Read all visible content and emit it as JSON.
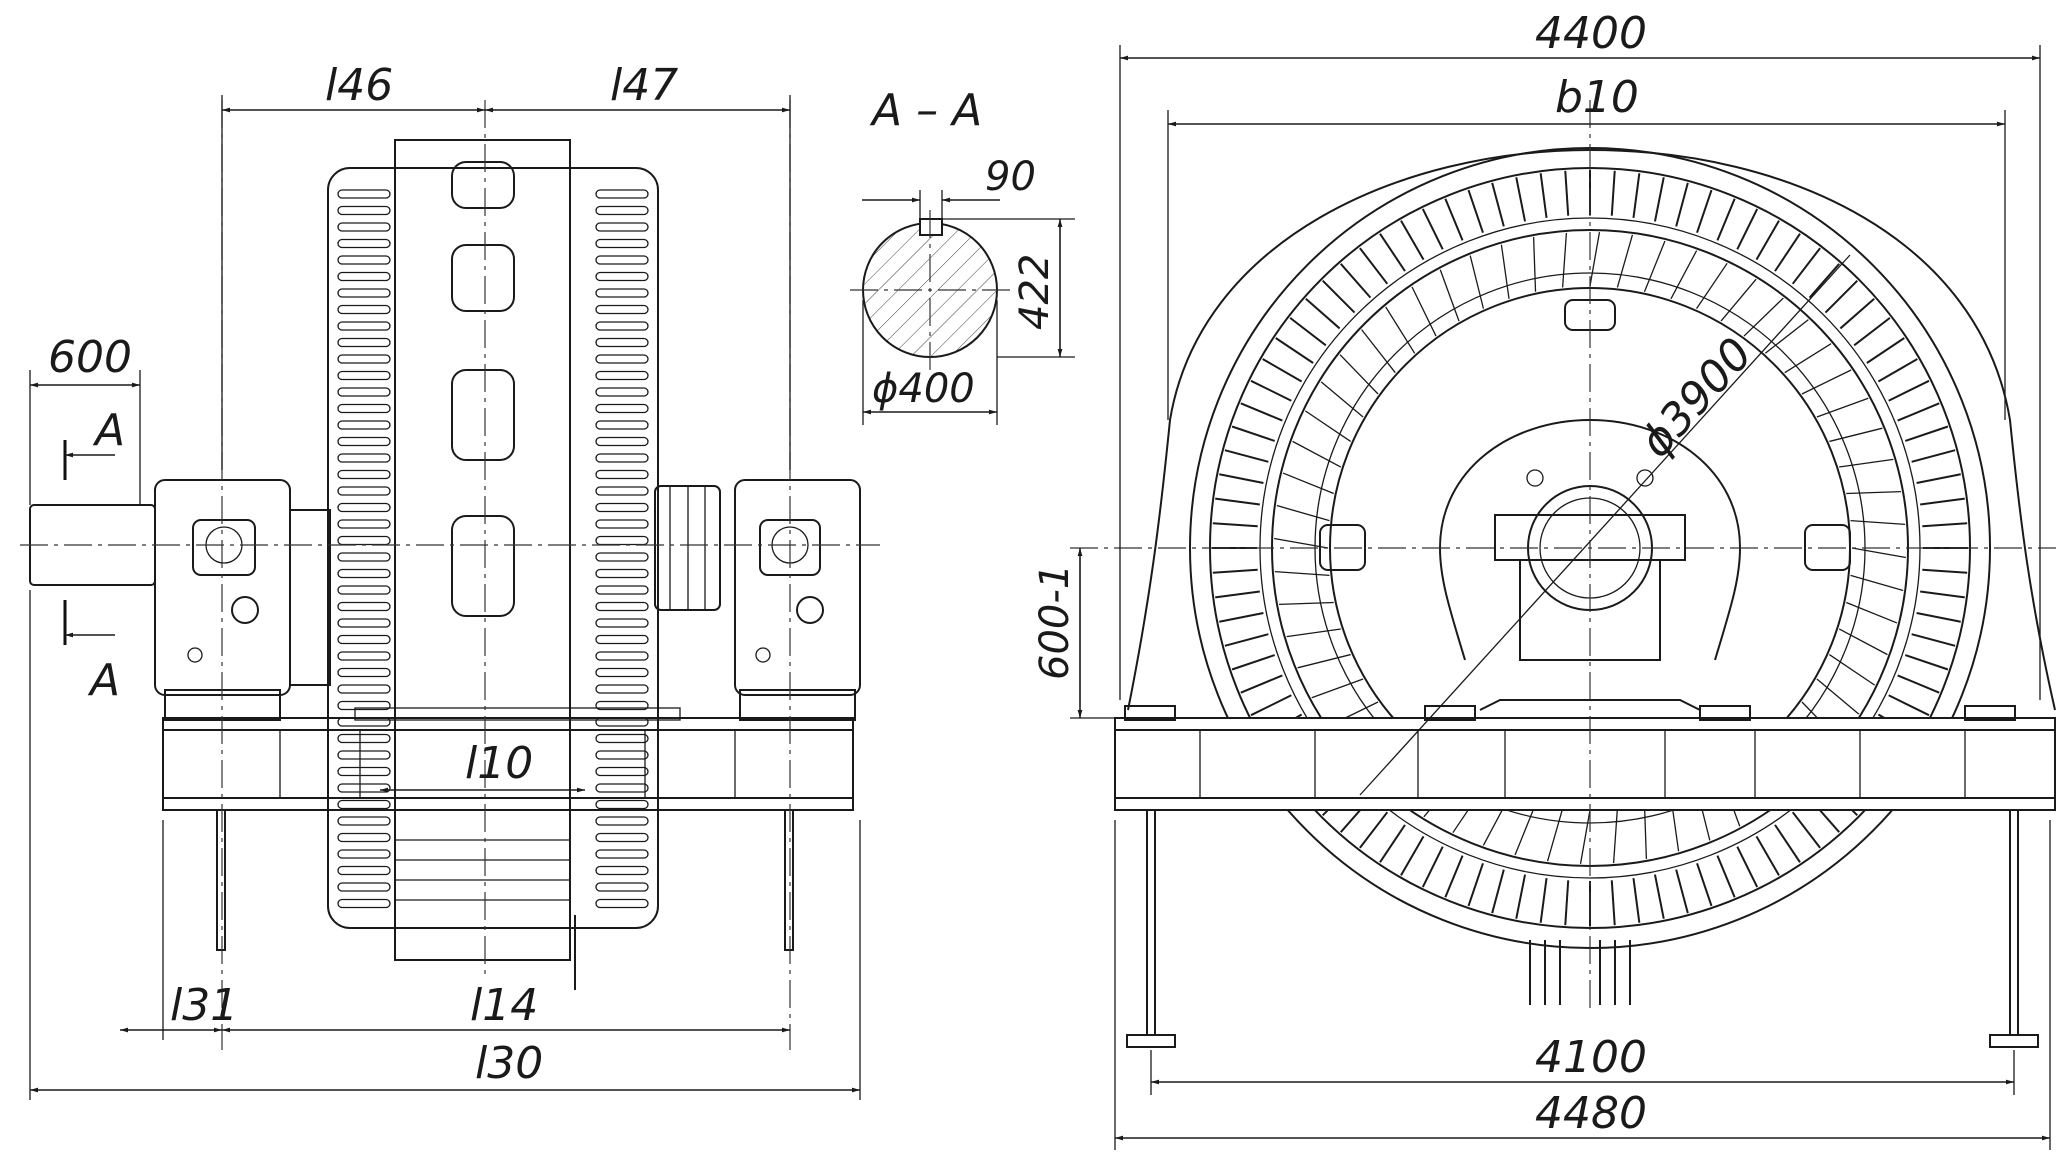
{
  "side_view": {
    "dims": {
      "l46": "l46",
      "l47": "l47",
      "d600": "600",
      "l10": "l10",
      "l31": "l31",
      "l14": "l14",
      "l30": "l30"
    },
    "section_marks": {
      "top": "A",
      "bottom": "A"
    }
  },
  "section_view": {
    "title": "A – A",
    "key_width": "90",
    "depth": "422",
    "diameter": "ϕ400"
  },
  "front_view": {
    "dims": {
      "overall_top": "4400",
      "b10": "b10",
      "stator_diameter": "ϕ3900",
      "axis_height": "600-1",
      "anchor_spacing": "4100",
      "overall_bottom": "4480"
    }
  }
}
